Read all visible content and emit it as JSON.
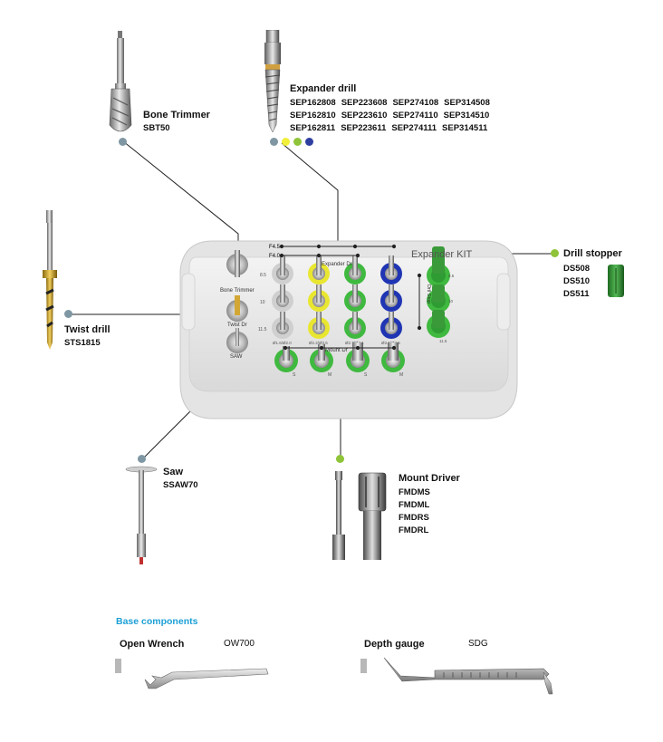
{
  "bone_trimmer": {
    "title": "Bone Trimmer",
    "code": "SBT50"
  },
  "expander_drill": {
    "title": "Expander drill",
    "codes": [
      [
        "SEP162808",
        "SEP223608",
        "SEP274108",
        "SEP314508"
      ],
      [
        "SEP162810",
        "SEP223610",
        "SEP274110",
        "SEP314510"
      ],
      [
        "SEP162811",
        "SEP223611",
        "SEP274111",
        "SEP314511"
      ]
    ],
    "dot_colors": [
      "#7f97a3",
      "#f1ef3a",
      "#8fc43a",
      "#2f3fa0"
    ]
  },
  "drill_stopper": {
    "title": "Drill stopper",
    "codes": [
      "DS508",
      "DS510",
      "DS511"
    ]
  },
  "twist_drill": {
    "title": "Twist drill",
    "code": "STS1815"
  },
  "saw": {
    "title": "Saw",
    "code": "SSAW70"
  },
  "mount_driver": {
    "title": "Mount Driver",
    "codes": [
      "FMDMS",
      "FMDML",
      "FMDRS",
      "FMDRL"
    ]
  },
  "base_components": {
    "title": "Base components",
    "open_wrench": {
      "title": "Open Wrench",
      "code": "OW700"
    },
    "depth_gauge": {
      "title": "Depth gauge",
      "code": "SDG"
    }
  },
  "kit": {
    "name": "Expander KIT",
    "labels": {
      "f45": "F4.5",
      "f40": "F4.0",
      "expander_dr": "Expander Dr",
      "bone_trimmer": "Bone Trimmer",
      "twist_drill": "Twist Dr",
      "saw": "SAW",
      "mount_dr": "Mount Dr",
      "dril_stop": "Dril Stop"
    },
    "row_labels": [
      "8.5",
      "10",
      "11.5"
    ],
    "mount_labels": [
      "S",
      "M",
      "S",
      "M"
    ],
    "stopper_labels": [
      "8.5",
      "10",
      "11.5"
    ],
    "column_labels": [
      "Ø1.6/Ø2.0",
      "Ø2.2/Ø3.6",
      "Ø2.7/Ø4.1",
      "Ø3.1/Ø4.5"
    ]
  },
  "colors": {
    "gray_dot": "#7f97a3",
    "green_dot": "#8fc43a",
    "accent_blue": "#1b9fd6",
    "ring_yellow": "#e9e631",
    "ring_green": "#3fb93f",
    "ring_blue": "#1f35b3",
    "ring_gray": "#cfcfcf"
  }
}
